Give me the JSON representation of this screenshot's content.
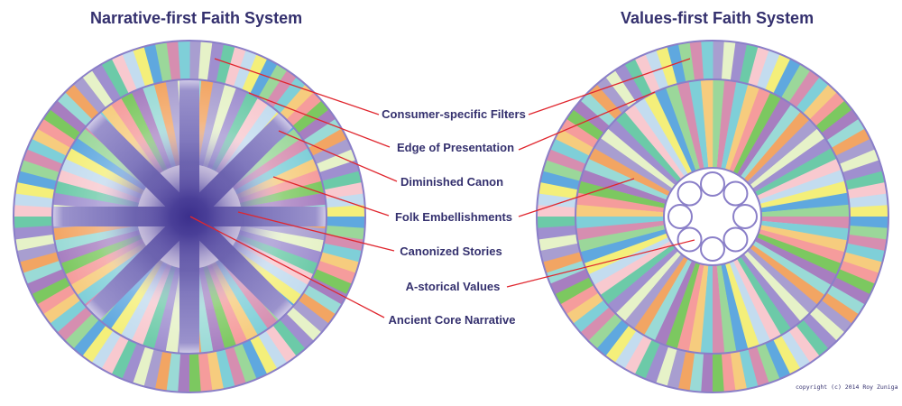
{
  "titles": {
    "left": "Narrative-first Faith System",
    "right": "Values-first Faith System"
  },
  "labels": [
    {
      "id": "consumer-filters",
      "text": "Consumer-specific Filters"
    },
    {
      "id": "edge-of-presentation",
      "text": "Edge of Presentation"
    },
    {
      "id": "diminished-canon",
      "text": "Diminished Canon"
    },
    {
      "id": "folk-embellishments",
      "text": "Folk Embellishments"
    },
    {
      "id": "canonized-stories",
      "text": "Canonized Stories"
    },
    {
      "id": "a-storical-values",
      "text": "A-storical Values"
    },
    {
      "id": "ancient-core-narrative",
      "text": "Ancient Core Narrative"
    }
  ],
  "copyright": "copyright  (c) 2014 Roy Zuniga",
  "colors": {
    "title": "#34306e",
    "leader_line": "#e0262e",
    "ring_stroke": "#8a7fc8",
    "core": "#3b2f8c",
    "spoke": "#8a80c4",
    "palette": [
      "#a89ed0",
      "#c3dcef",
      "#7fcfd8",
      "#9adad6",
      "#6ccaa8",
      "#9bd79a",
      "#7cc860",
      "#e6f2c8",
      "#f4ef7a",
      "#f6cc7e",
      "#f2a563",
      "#f8c9cf",
      "#d68eb0",
      "#a77ec0",
      "#9f8fcf",
      "#5fa8df",
      "#f59c9c"
    ]
  }
}
